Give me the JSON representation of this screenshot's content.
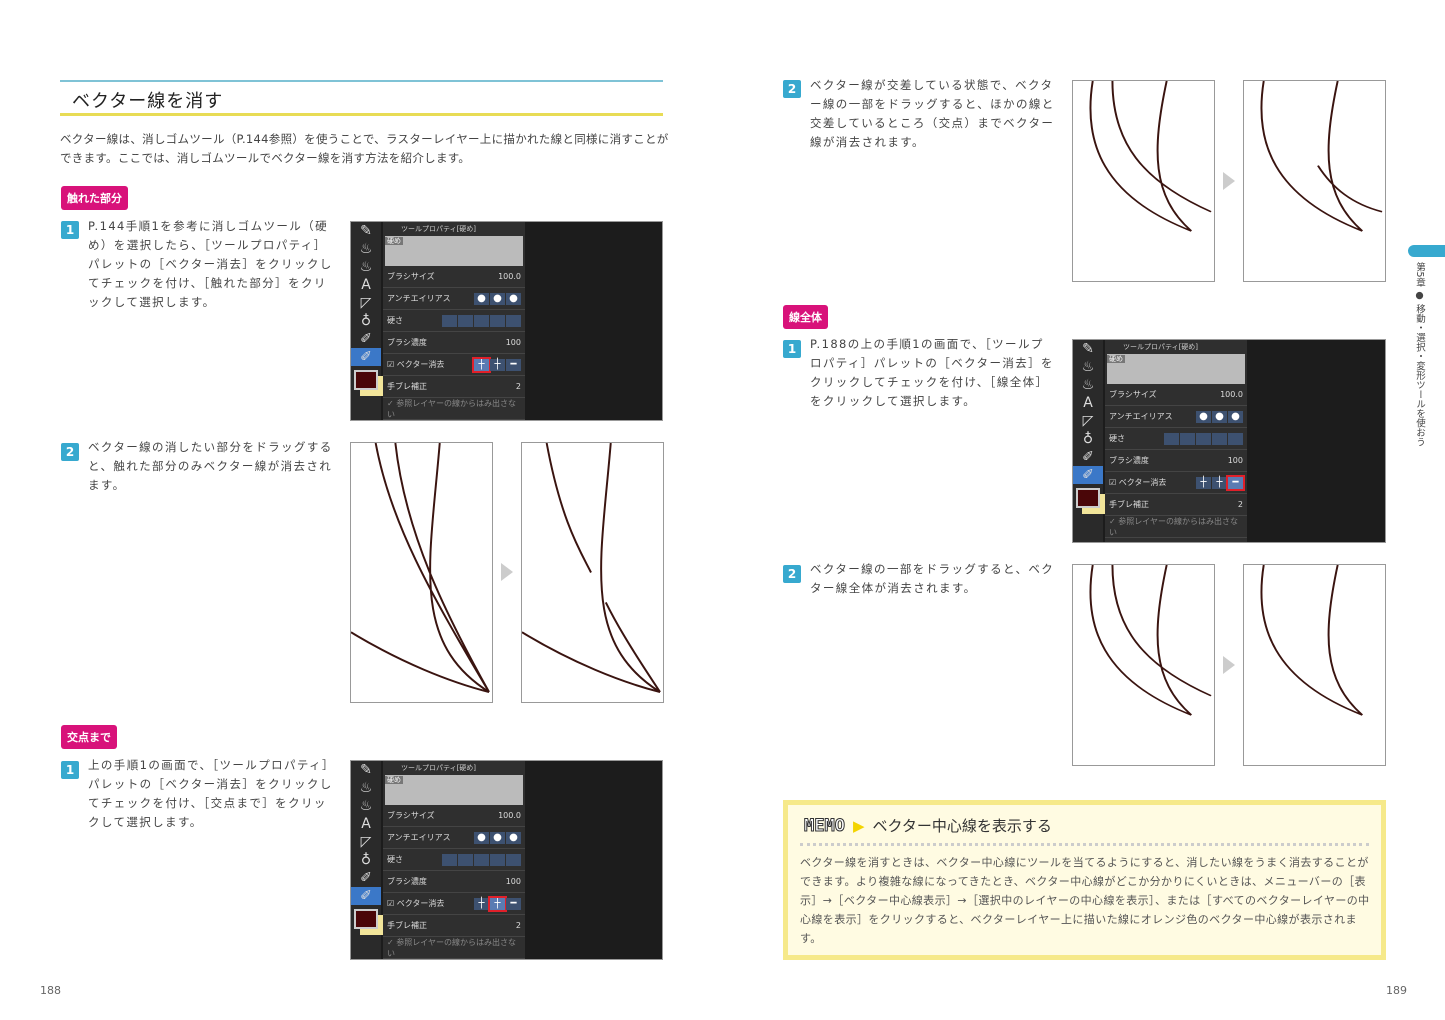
{
  "left": {
    "title": "ベクター線を消す",
    "intro": "ベクター線は、消しゴムツール（P.144参照）を使うことで、ラスターレイヤー上に描かれた線と同様に消すことができます。ここでは、消しゴムツールでベクター線を消す方法を紹介します。",
    "sec1": {
      "tag": "触れた部分",
      "step1": {
        "num": "1",
        "text": "P.144手順1を参考に消しゴムツール（硬め）を選択したら、［ツールプロパティ］パレットの［ベクター消去］をクリックしてチェックを付け、［触れた部分］をクリックして選択します。"
      },
      "step2": {
        "num": "2",
        "text": "ベクター線の消したい部分をドラッグすると、触れた部分のみベクター線が消去されます。"
      }
    },
    "sec2": {
      "tag": "交点まで",
      "step1": {
        "num": "1",
        "text": "上の手順1の画面で、［ツールプロパティ］パレットの［ベクター消去］をクリックしてチェックを付け、［交点まで］をクリックして選択します。"
      }
    },
    "page_number": "188"
  },
  "right": {
    "sec2": {
      "step2": {
        "num": "2",
        "text": "ベクター線が交差している状態で、ベクター線の一部をドラッグすると、ほかの線と交差しているところ（交点）までベクター線が消去されます。"
      }
    },
    "sec3": {
      "tag": "線全体",
      "step1": {
        "num": "1",
        "text": "P.188の上の手順1の画面で、［ツールプロパティ］パレットの［ベクター消去］をクリックしてチェックを付け、［線全体］をクリックして選択します。"
      },
      "step2": {
        "num": "2",
        "text": "ベクター線の一部をドラッグすると、ベクター線全体が消去されます。"
      }
    },
    "memo": {
      "label": "MEMO",
      "title": "ベクター中心線を表示する",
      "body": "ベクター線を消すときは、ベクター中心線にツールを当てるようにすると、消したい線をうまく消去することができます。より複雑な線になってきたとき、ベクター中心線がどこか分かりにくいときは、メニューバーの［表示］→［ベクター中心線表示］→［選択中のレイヤーの中心線を表示］、または［すべてのベクターレイヤーの中心線を表示］をクリックすると、ベクターレイヤー上に描いた線にオレンジ色のベクター中心線が表示されます。"
    },
    "side_tab": "第5章 ● 移動・選択・変形ツールを使おう",
    "page_number": "189"
  },
  "palette": {
    "tab": "ツールプロパティ[硬め]",
    "preview": "硬め",
    "brush_size": "ブラシサイズ",
    "brush_size_value": "100.0",
    "antialias": "アンチエイリアス",
    "hardness": "硬さ",
    "density": "ブラシ濃度",
    "density_value": "100",
    "vector_erase": "ベクター消去",
    "stabilization": "手ブレ補正",
    "stabilization_value": "2",
    "ref_layer": "参照レイヤーの線からはみ出さない"
  },
  "colors": {
    "accent": "#37a9cf",
    "tag": "#d8127a",
    "highlight": "#e0202a"
  }
}
